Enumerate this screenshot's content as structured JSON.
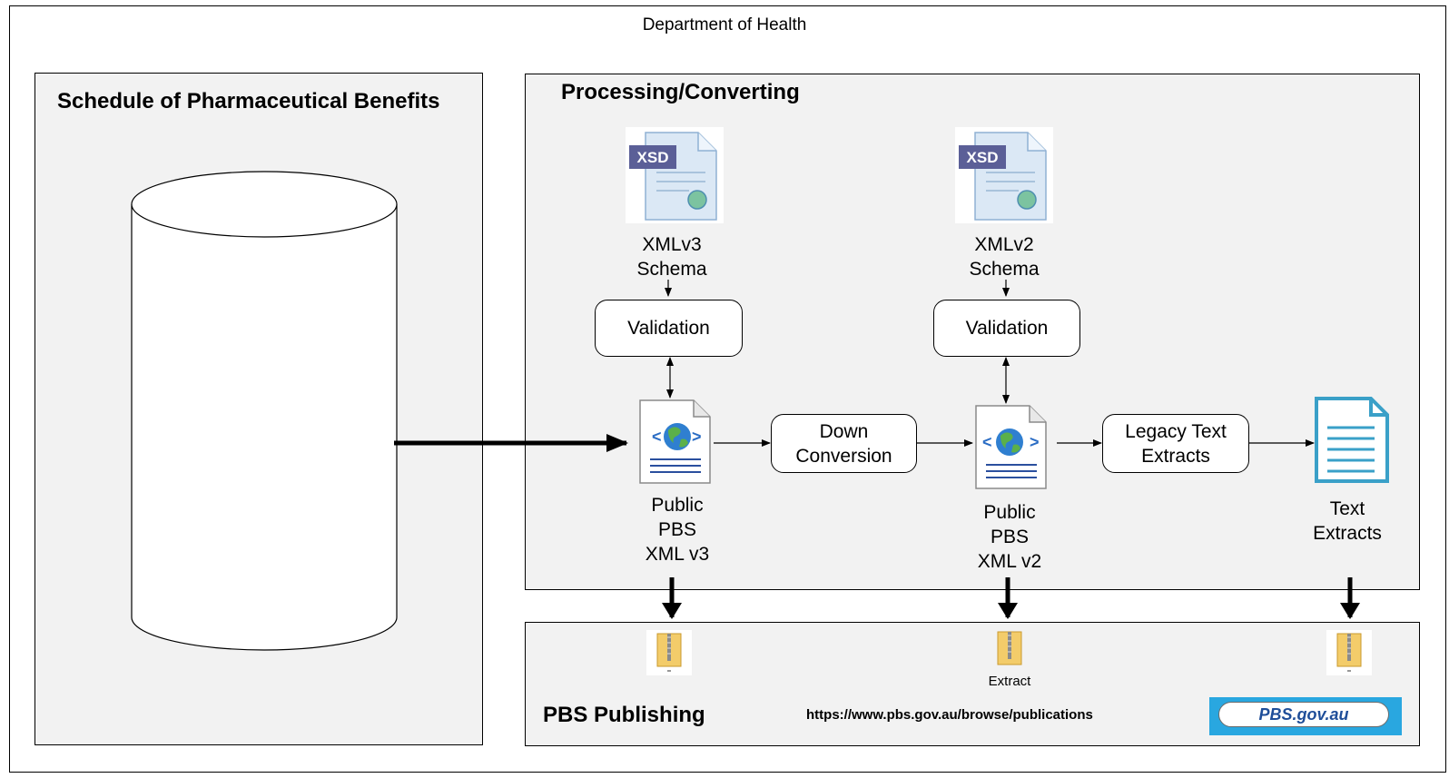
{
  "header": {
    "title": "Department of Health"
  },
  "panels": {
    "source": {
      "title": "Schedule of Pharmaceutical Benefits"
    },
    "processing": {
      "title": "Processing/Converting"
    },
    "publishing": {
      "title": "PBS Publishing"
    }
  },
  "schemas": [
    {
      "badge": "XSD",
      "label": "XMLv3\nSchema"
    },
    {
      "badge": "XSD",
      "label": "XMLv2\nSchema"
    }
  ],
  "nodes": {
    "validation_v3": "Validation",
    "validation_v2": "Validation",
    "down_conversion": "Down\nConversion",
    "legacy_text": "Legacy Text\nExtracts"
  },
  "documents": {
    "xml_v3": "Public\nPBS\nXML v3",
    "xml_v2": "Public\nPBS\nXML v2",
    "text": "Text\nExtracts"
  },
  "archives": {
    "extract_label": "Extract"
  },
  "publishing": {
    "url": "https://www.pbs.gov.au/browse/publications",
    "site_button": "PBS.gov.au"
  },
  "colors": {
    "panel_bg": "#f2f2f2",
    "xsd_badge": "#5b5f97",
    "text_doc": "#3aa0c8",
    "site_border": "#29a7e0",
    "site_text": "#1f4e99"
  },
  "icons": [
    "xsd-file-icon",
    "xml-globe-document-icon",
    "text-document-icon",
    "zip-folder-icon",
    "database-cylinder-icon"
  ]
}
